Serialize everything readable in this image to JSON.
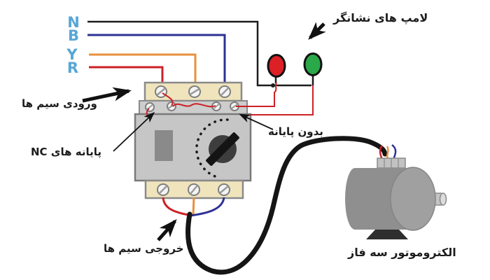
{
  "diagram": {
    "phase_labels": [
      {
        "id": "n",
        "text": "N"
      },
      {
        "id": "b",
        "text": "B"
      },
      {
        "id": "y",
        "text": "Y"
      },
      {
        "id": "r",
        "text": "R"
      }
    ],
    "annotations": {
      "indicator_lamps": "لامپ های نشانگر",
      "input_wires": "ورودی سیم ها",
      "nc_terminals": "پایانه های NC",
      "no_terminal": "بدون پایانه",
      "output_wires": "خروجی سیم ها",
      "motor": "الکتروموتور سه فاز"
    },
    "colors": {
      "phase_label": "#57a7d6",
      "wire_n": "#1c1c1c",
      "wire_b": "#2e3192",
      "wire_y": "#e8913c",
      "wire_r": "#cc2127",
      "lamp_red": "#dd1f26",
      "lamp_green": "#2aa84a",
      "terminal_block": "#efe4bc",
      "device_body": "#c6c6c6",
      "motor_body": "#8f8f8f"
    }
  }
}
